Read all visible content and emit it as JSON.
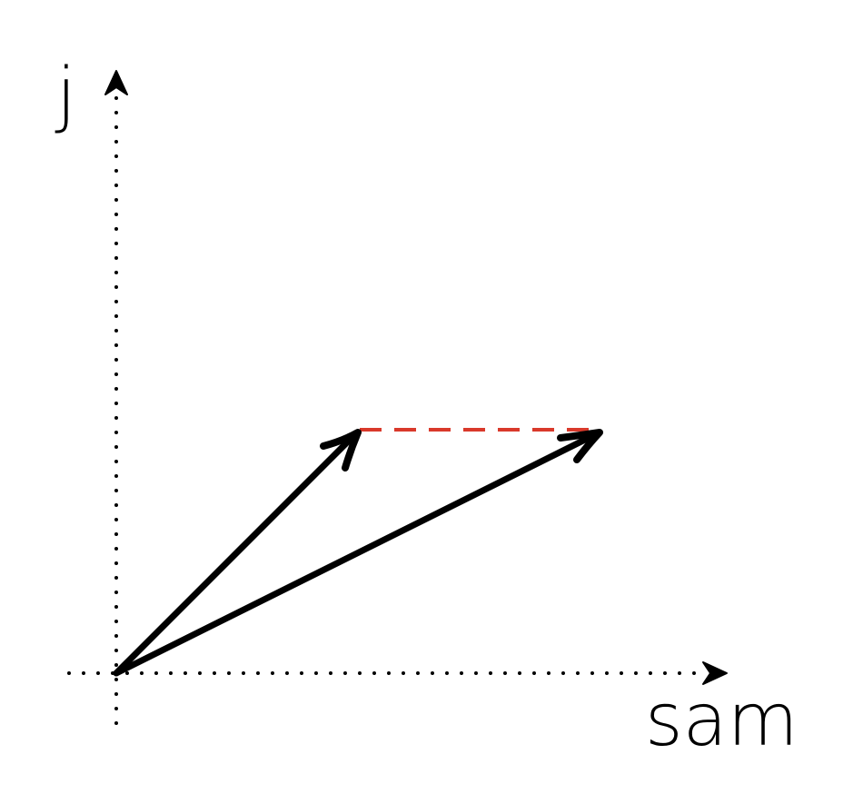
{
  "diagram": {
    "y_axis_label": "j",
    "x_axis_label": "sam"
  },
  "colors": {
    "ink": "#000000",
    "dashed_connector": "#d9392b",
    "background": "#ffffff"
  },
  "elements": {
    "axes_style": "dotted",
    "vectors": [
      "short-vector-arrow",
      "long-vector-arrow"
    ],
    "connector_style": "dashed"
  }
}
